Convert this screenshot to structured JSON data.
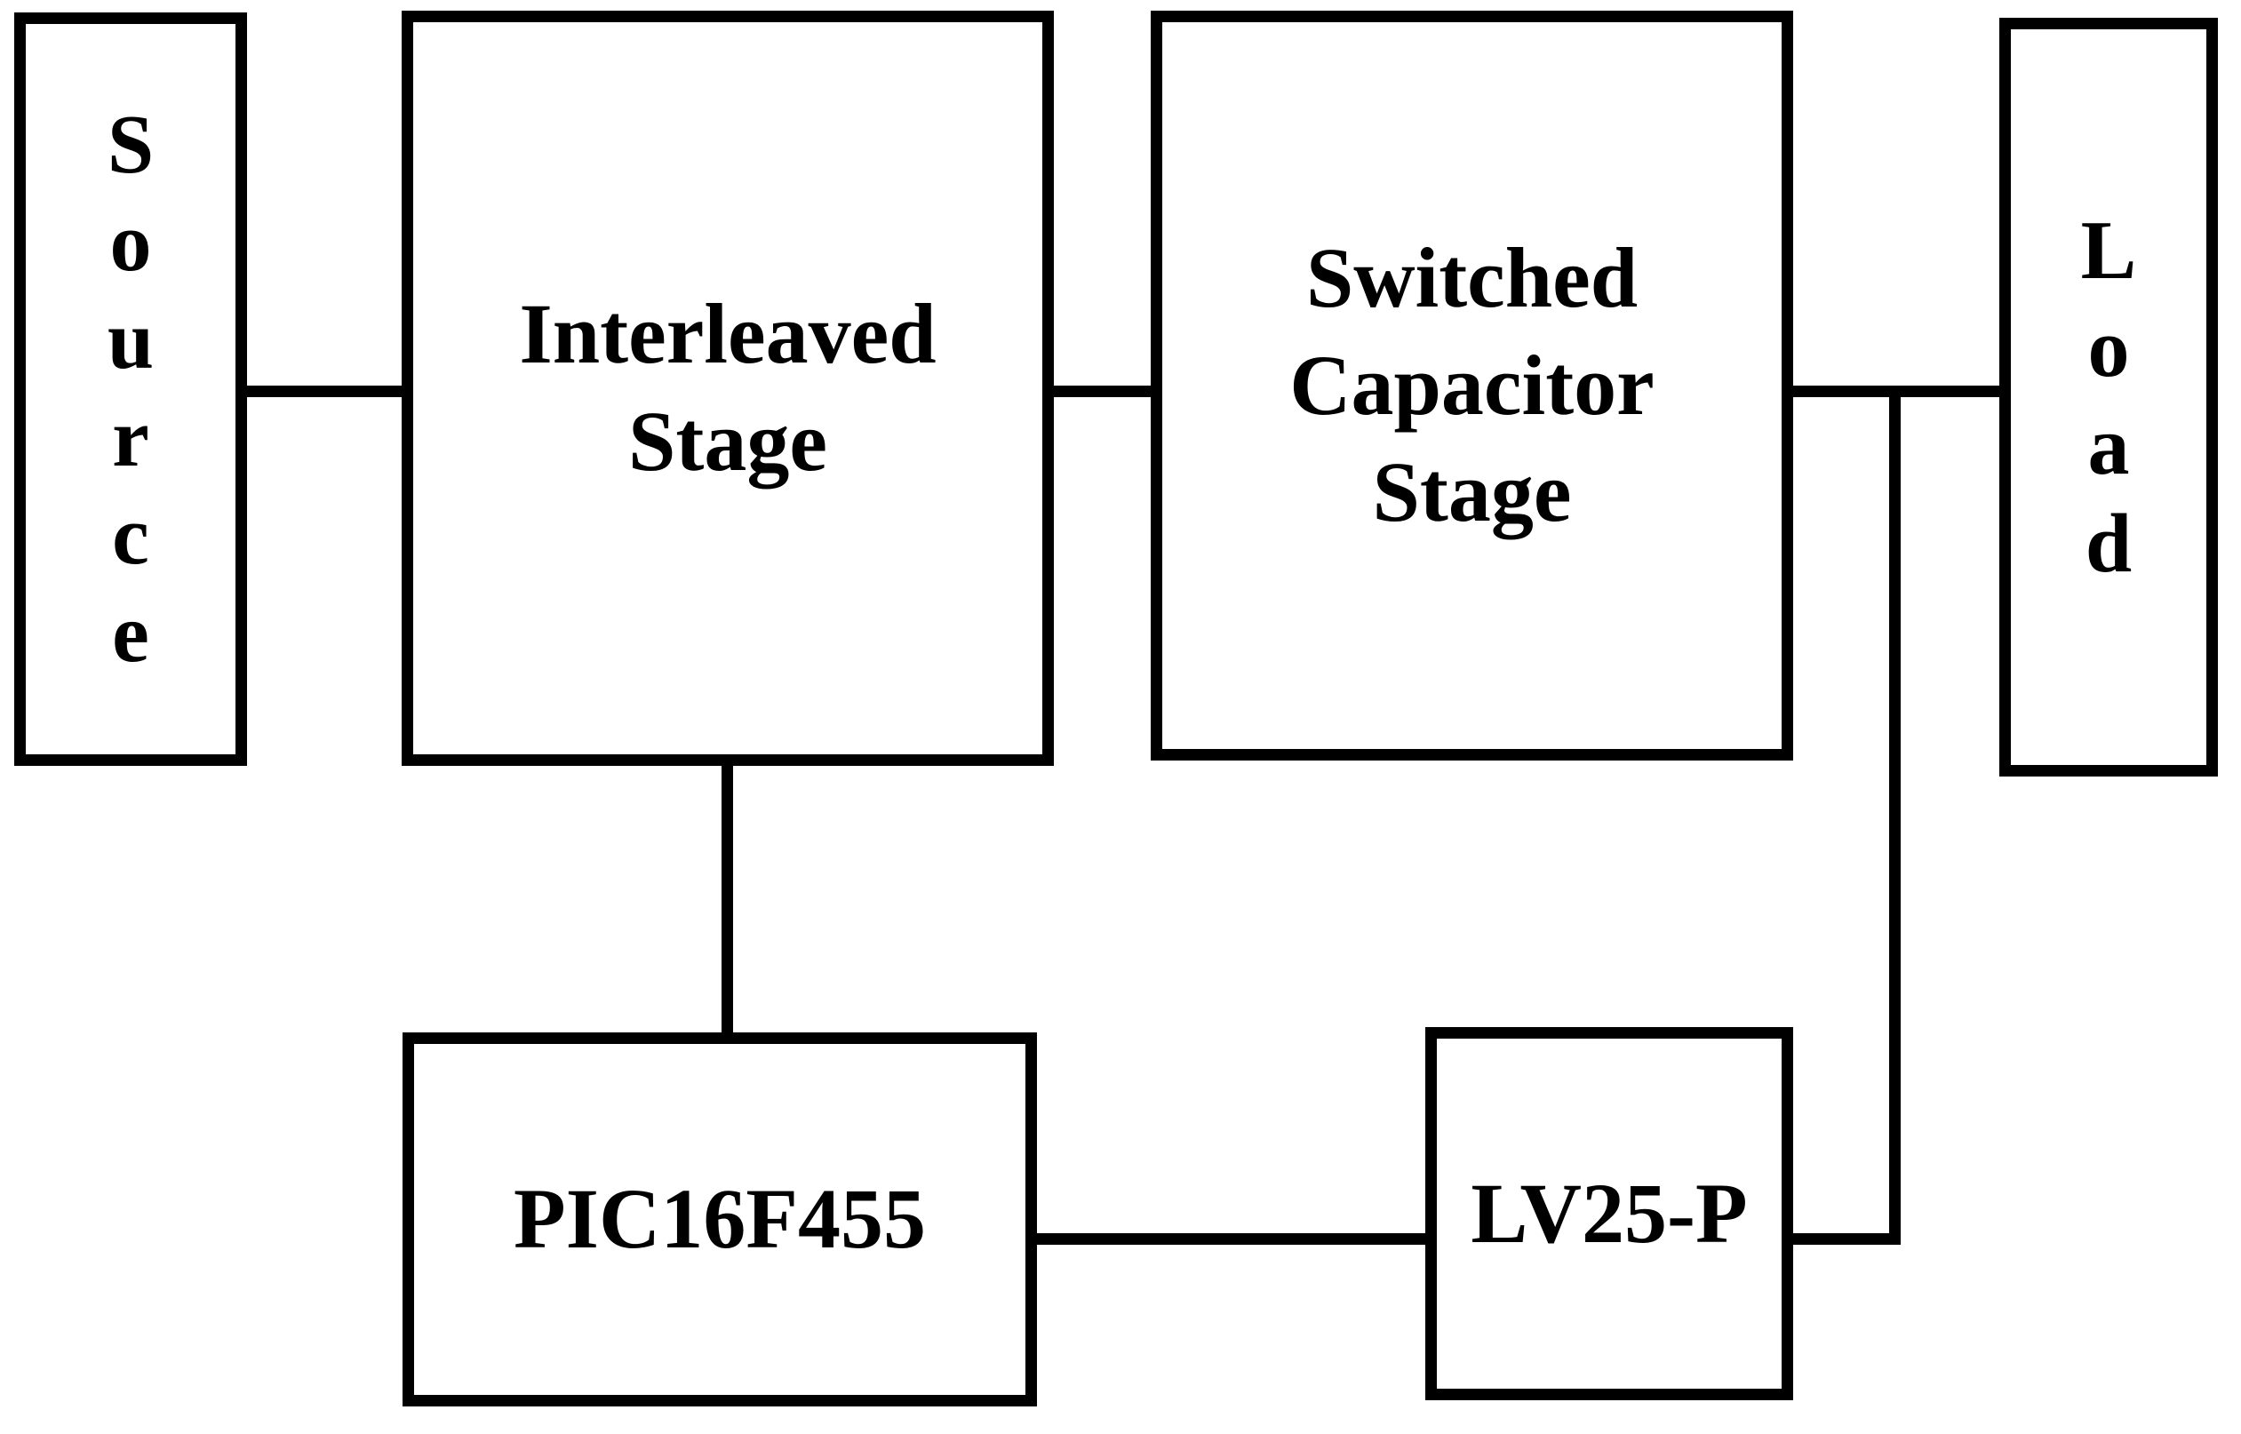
{
  "diagram": {
    "colors": {
      "line": "#000000",
      "background": "#ffffff",
      "text": "#000000"
    },
    "blocks": {
      "source": {
        "label": "Source"
      },
      "interleaved_stage": {
        "label": "Interleaved\nStage"
      },
      "switched_capacitor_stage": {
        "label": "Switched\nCapacitor\nStage"
      },
      "load": {
        "label": "Load"
      },
      "pic_controller": {
        "label": "PIC16F455"
      },
      "voltage_sensor": {
        "label": "LV25-P"
      }
    },
    "connections": [
      {
        "from": "source",
        "to": "interleaved_stage"
      },
      {
        "from": "interleaved_stage",
        "to": "switched_capacitor_stage"
      },
      {
        "from": "switched_capacitor_stage",
        "to": "load"
      },
      {
        "from": "interleaved_stage",
        "to": "pic_controller"
      },
      {
        "from": "pic_controller",
        "to": "voltage_sensor"
      },
      {
        "from": "voltage_sensor",
        "to": "switched_capacitor_stage_to_load_line"
      }
    ]
  }
}
